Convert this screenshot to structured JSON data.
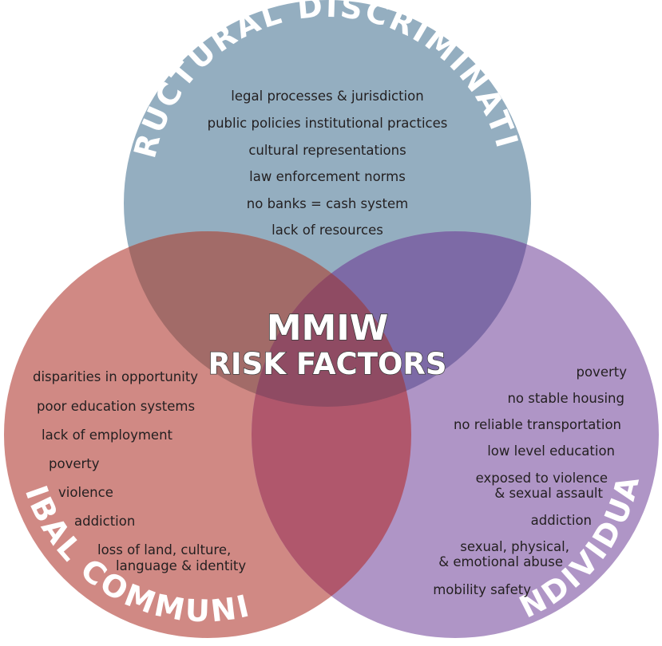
{
  "center": {
    "line1": "MMIW",
    "line2": "RISK FACTORS"
  },
  "colors": {
    "structural": "#94aec0",
    "tribal": "#d08984",
    "individual": "#af95c6",
    "overlap_structural_tribal": "#a26b68",
    "overlap_structural_individual": "#7d6aa6",
    "overlap_tribal_individual": "#b0576c",
    "overlap_all": "#8f4b63"
  },
  "circles": {
    "structural": {
      "title": "STRUCTURAL DISCRIMINATION",
      "items": [
        "legal processes & jurisdiction",
        "public policies institutional practices",
        "cultural representations",
        "law enforcement norms",
        "no banks = cash system",
        "lack of resources"
      ]
    },
    "tribal": {
      "title": "TRIBAL COMMUNITY",
      "items": [
        "disparities in opportunity",
        "poor education systems",
        "lack of employment",
        "poverty",
        "violence",
        "addiction",
        "loss of land, culture,",
        "language & identity"
      ]
    },
    "individual": {
      "title": "INDIVIDUAL",
      "items": [
        "poverty",
        "no stable housing",
        "no reliable transportation",
        "low level education",
        "exposed to violence",
        "& sexual assault",
        "addiction",
        "sexual, physical,",
        "& emotional abuse",
        "mobility safety"
      ]
    }
  }
}
